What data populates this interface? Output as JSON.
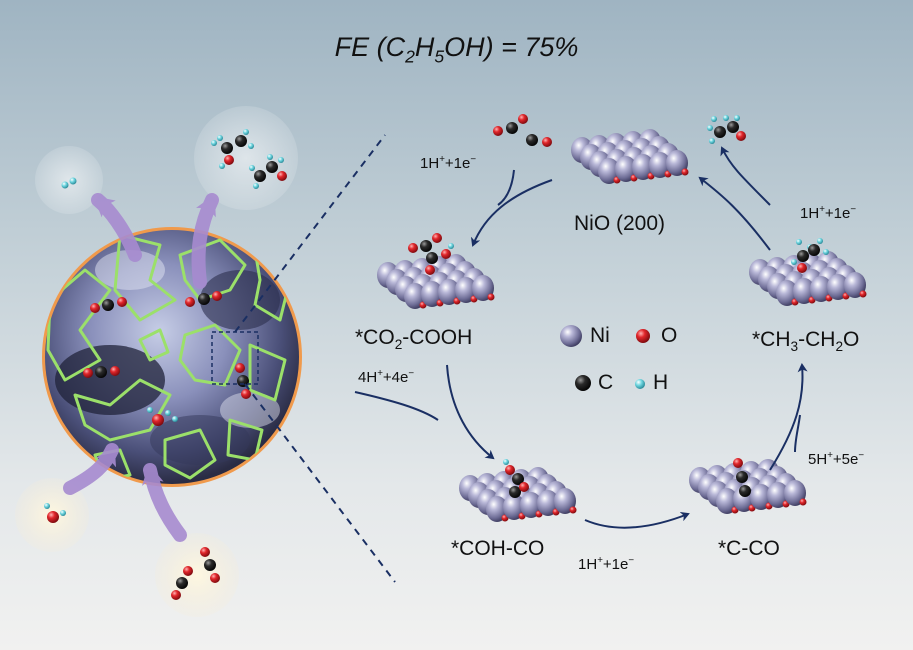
{
  "title": {
    "prefix": "FE (C",
    "sub1": "2",
    "mid1": "H",
    "sub2": "5",
    "suffix": "OH) = 75%"
  },
  "states": {
    "nio": "NiO (200)",
    "co2_cooh": {
      "a": "*CO",
      "b": "2",
      "c": "-COOH"
    },
    "coh_co": "*COH-CO",
    "c_co": "*C-CO",
    "ch3_ch2o": {
      "a": "*CH",
      "b": "3",
      "c": "-CH",
      "d": "2",
      "e": "O"
    }
  },
  "steps": {
    "s1": {
      "a": "1H",
      "b": "+",
      "c": "+1e",
      "d": "−"
    },
    "s2": {
      "a": "4H",
      "b": "+",
      "c": "+4e",
      "d": "−"
    },
    "s3": {
      "a": "1H",
      "b": "+",
      "c": "+1e",
      "d": "−"
    },
    "s4": {
      "a": "5H",
      "b": "+",
      "c": "+5e",
      "d": "−"
    },
    "s5": {
      "a": "1H",
      "b": "+",
      "c": "+1e",
      "d": "−"
    }
  },
  "legend": {
    "ni": "Ni",
    "o": "O",
    "c": "C",
    "h": "H"
  },
  "colors": {
    "ni": "#8a89b0",
    "o": "#d0191f",
    "c": "#1e1e1e",
    "h": "#6fd6e0",
    "arrow": "#1a2f63",
    "grain": "#9be06a",
    "rim": "#f09a4c",
    "purple_arrow": "#a78bd0"
  }
}
